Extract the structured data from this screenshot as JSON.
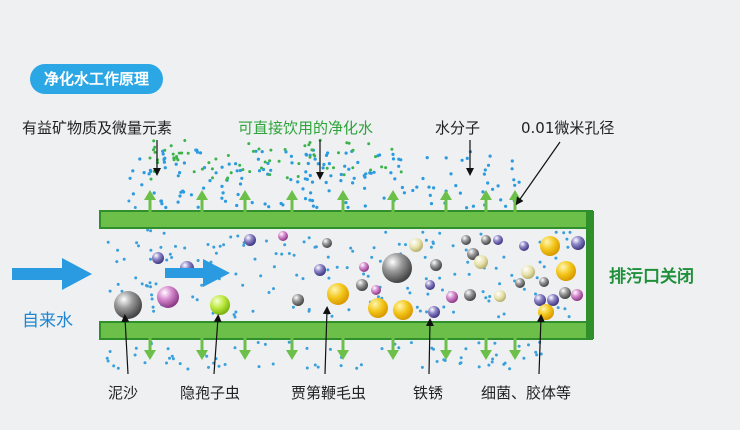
{
  "title": "净化水工作原理",
  "labels": {
    "minerals": "有益矿物质及微量元素",
    "drinkable": "可直接饮用的净化水",
    "water_molecule": "水分子",
    "pore_size": "0.01微米孔径",
    "tap_water": "自来水",
    "drain_closed": "排污口关闭"
  },
  "contaminants": [
    "泥沙",
    "隐孢子虫",
    "贾第鞭毛虫",
    "铁锈",
    "细菌、胶体等"
  ],
  "colors": {
    "membrane": "#6cc04a",
    "membrane_dark": "#2f8f2a",
    "arrow_blue": "#2a9be0",
    "title_bg": "#2aa7e4",
    "drinkable_text": "#2fa33a",
    "drain_text": "#1f8f3a"
  }
}
